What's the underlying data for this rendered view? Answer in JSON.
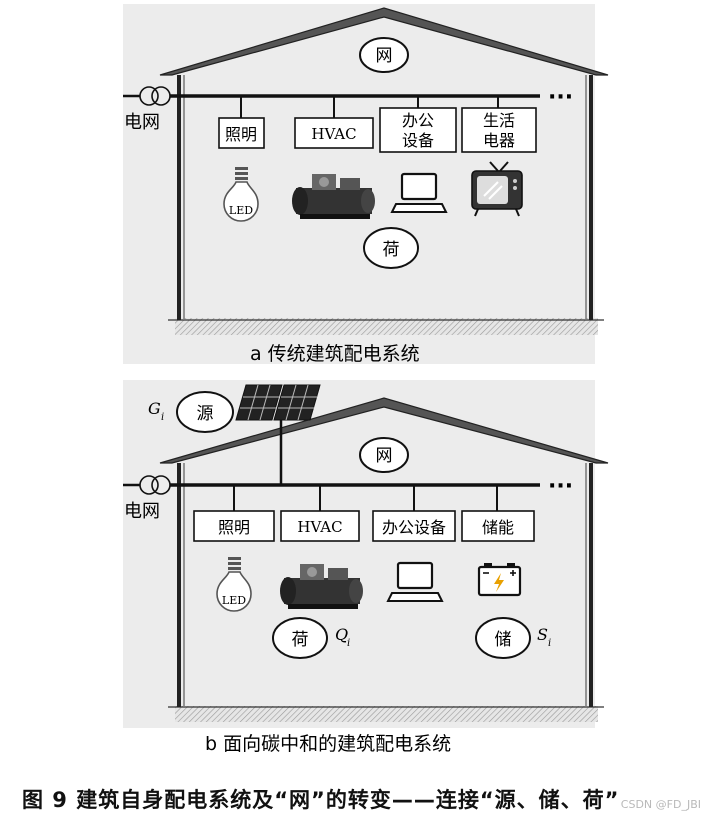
{
  "panel_a": {
    "grid_label": "电网",
    "net_label": "网",
    "load_label": "荷",
    "boxes": [
      "照明",
      "HVAC",
      "办公\n设备",
      "生活\n电器"
    ],
    "led_label": "LED",
    "ellipsis": "···",
    "caption": "a  传统建筑配电系统"
  },
  "panel_b": {
    "grid_label": "电网",
    "net_label": "网",
    "source_label": "源",
    "source_symbol": "G",
    "source_sub": "i",
    "load_label": "荷",
    "load_symbol": "Q",
    "load_sub": "i",
    "storage_label": "储",
    "storage_symbol": "S",
    "storage_sub": "i",
    "boxes": [
      "照明",
      "HVAC",
      "办公设备",
      "储能"
    ],
    "led_label": "LED",
    "ellipsis": "···",
    "caption": "b  面向碳中和的建筑配电系统"
  },
  "figure_caption": "图 9   建筑自身配电系统及“网”的转变——连接“源、储、荷”",
  "watermark": "CSDN @FD_JBI"
}
